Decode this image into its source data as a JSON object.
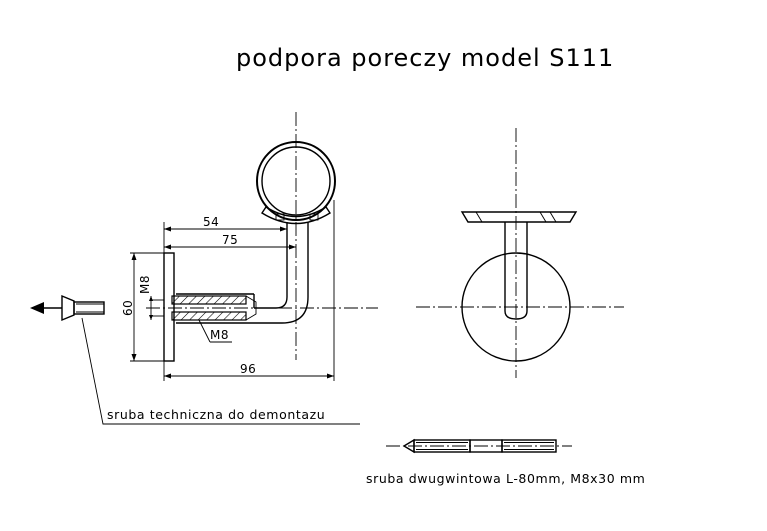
{
  "title": "podpora poreczy model S111",
  "dimensions": {
    "d54": "54",
    "d75": "75",
    "d96": "96",
    "d60": "60",
    "thread_vertical": "M8",
    "thread_callout": "M8"
  },
  "captions": {
    "screw": "sruba techniczna do demontazu",
    "stud": "sruba dwugwintowa L-80mm, M8x30 mm"
  }
}
